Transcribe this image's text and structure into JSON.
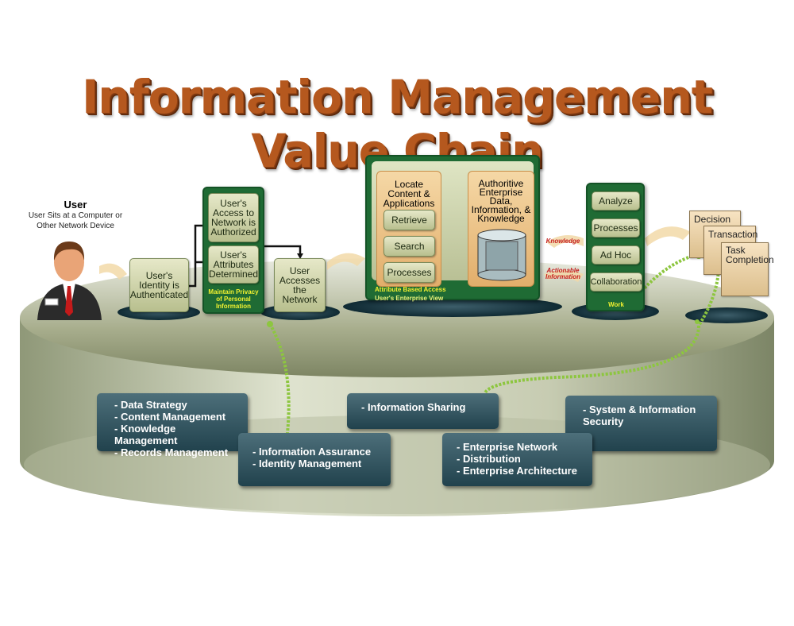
{
  "title": "Information Management Value Chain",
  "user": {
    "label": "User",
    "desc_line1": "User Sits at a Computer or",
    "desc_line2": "Other Network Device"
  },
  "steps": {
    "identity": "User's Identity is Authenticated",
    "authorized": "User's Access to Network is Authorized",
    "attributes": "User's Attributes Determined",
    "privacy": "Maintain Privacy of Personal Information",
    "accesses": "User Accesses the Network"
  },
  "enterprise": {
    "locate": "Locate Content & Applications",
    "retrieve": "Retrieve",
    "search": "Search",
    "processes": "Processes",
    "authoritive": "Authoritive Enterprise Data, Information, & Knowledge",
    "caption1": "Attribute Based Access",
    "caption2": "User's Enterprise View"
  },
  "flows": {
    "knowledge": "Knowledge",
    "actionable": "Actionable Information"
  },
  "work": {
    "items": [
      "Analyze",
      "Processes",
      "Ad Hoc",
      "Collaboration"
    ],
    "label": "Work"
  },
  "outcomes": [
    "Decision",
    "Transaction",
    "Task Completion"
  ],
  "foundation": {
    "data": [
      "- Data Strategy",
      "- Content Management",
      "- Knowledge Management",
      "- Records Management"
    ],
    "assurance": [
      "- Information Assurance",
      "- Identity Management"
    ],
    "sharing": [
      "- Information Sharing"
    ],
    "network": [
      "- Enterprise Network",
      "- Distribution",
      "- Enterprise Architecture"
    ],
    "security": [
      "- System & Information Security"
    ]
  },
  "colors": {
    "title": "#b5581e",
    "panel": "#1f6b34",
    "caption": "#f2f230",
    "foundation_box": "#2f5560"
  }
}
